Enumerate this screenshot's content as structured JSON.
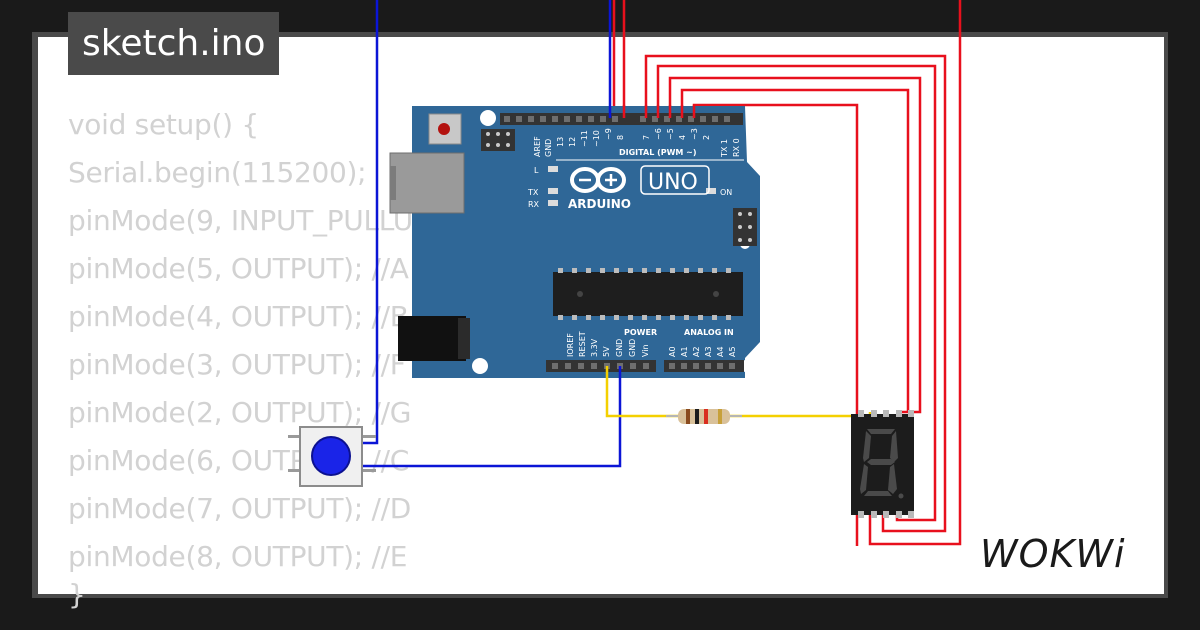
{
  "title": "sketch.ino",
  "code_lines": [
    "void setup() {",
    "Serial.begin(115200);",
    "pinMode(9, INPUT_PULLUP);",
    "pinMode(5, OUTPUT); //A",
    "pinMode(4, OUTPUT); //B",
    "pinMode(3, OUTPUT); //F",
    "pinMode(2, OUTPUT); //G",
    "pinMode(6, OUTPUT); //C",
    "pinMode(7, OUTPUT); //D",
    "pinMode(8, OUTPUT); //E",
    "}"
  ],
  "board": {
    "brand": "ARDUINO",
    "model": "UNO",
    "digital_header": "DIGITAL (PWM ~)",
    "power_header": "POWER",
    "analog_header": "ANALOG IN",
    "led_on": "ON",
    "led_l": "L",
    "led_tx": "TX",
    "led_rx": "RX",
    "digital_pins": [
      "AREF",
      "GND",
      "13",
      "12",
      "~11",
      "~10",
      "~9",
      "8",
      "7",
      "~6",
      "~5",
      "4",
      "~3",
      "2",
      "TX 1",
      "RX 0"
    ],
    "power_pins": [
      "IOREF",
      "RESET",
      "3.3V",
      "5V",
      "GND",
      "GND",
      "Vin"
    ],
    "analog_pins": [
      "A0",
      "A1",
      "A2",
      "A3",
      "A4",
      "A5"
    ]
  },
  "logo": "WOKWi",
  "colors": {
    "board": "#2f6797",
    "wire_red": "#e8101d",
    "wire_blue": "#0b15d6",
    "wire_yellow": "#f4d000",
    "button": "#1a24e8",
    "display": "#1c1c1c"
  }
}
